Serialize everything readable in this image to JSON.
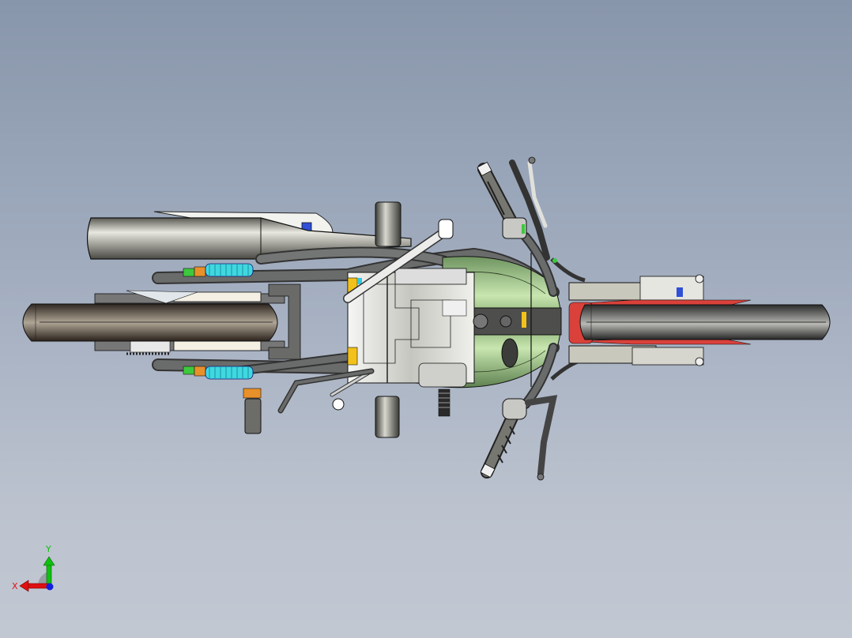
{
  "viewport": {
    "view": "top",
    "background_top": "#8896ab",
    "background_bottom": "#c2c8d2"
  },
  "model": {
    "name": "motorcycle-assembly",
    "colors": {
      "tire": "#3c3c3c",
      "rear_tire": "#4a4038",
      "tank": "#8fb07a",
      "fender": "#d9413a",
      "frame": "#5c5e5e",
      "exhaust": "#8a8a82",
      "spring": "#40d8e0",
      "engine": "#e6e6e2",
      "accent_yellow": "#f2c21b",
      "accent_orange": "#e8902a",
      "accent_green": "#3ec83e",
      "accent_blue": "#3050d8"
    }
  },
  "triad": {
    "x_label": "X",
    "y_label": "Y",
    "x_color": "#e01010",
    "y_color": "#10c010",
    "z_color": "#1020e0"
  }
}
